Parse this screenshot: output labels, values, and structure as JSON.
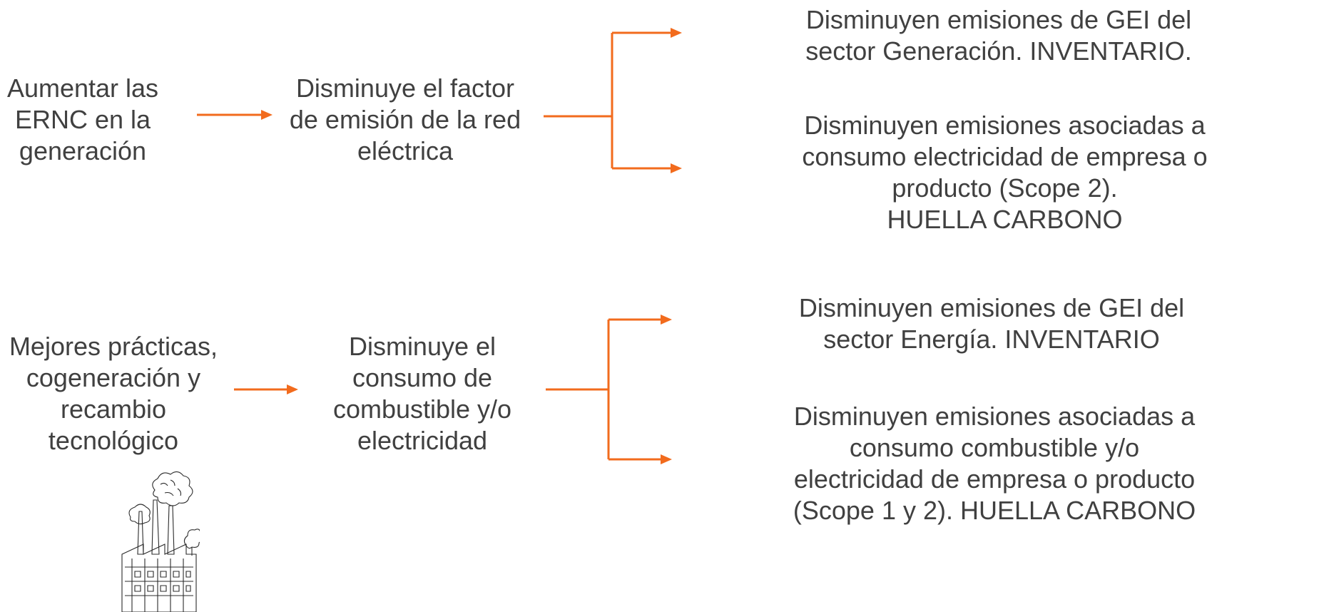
{
  "diagram": {
    "accent_color": "#f26b1d",
    "text_color": "#404040",
    "row1": {
      "cause": "Aumentar las\nERNC en la\ngeneración",
      "effect": "Disminuye el factor\nde emisión de la red\neléctrica",
      "outcome_top": "Disminuyen emisiones de GEI del\nsector Generación. INVENTARIO.",
      "outcome_bottom": "Disminuyen emisiones asociadas a\nconsumo electricidad de empresa o\nproducto (Scope 2).\nHUELLA CARBONO"
    },
    "row2": {
      "cause": "Mejores prácticas,\ncogeneración y\nrecambio\ntecnológico",
      "effect": "Disminuye el\nconsumo de\ncombustible y/o\nelectricidad",
      "outcome_top": "Disminuyen emisiones de GEI del\nsector Energía. INVENTARIO",
      "outcome_bottom": "Disminuyen emisiones asociadas a\nconsumo combustible y/o\nelectricidad de empresa o producto\n(Scope 1 y 2). HUELLA CARBONO"
    },
    "illustration": "factory-sketch"
  }
}
